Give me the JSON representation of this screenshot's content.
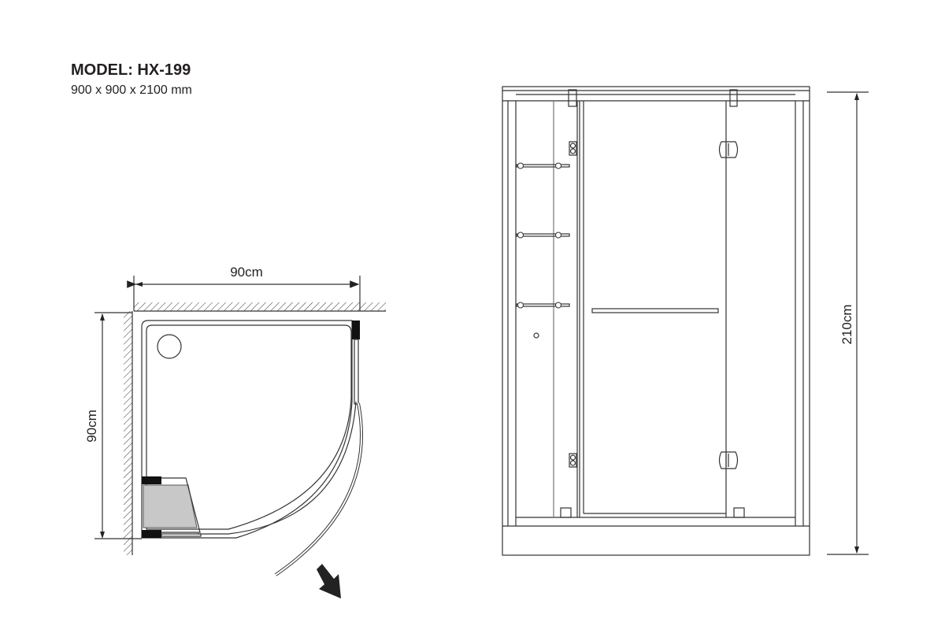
{
  "header": {
    "model": "MODEL: HX-199",
    "dimensions": "900 x 900 x 2100 mm"
  },
  "plan_view": {
    "width_label": "90cm",
    "depth_label": "90cm"
  },
  "front_view": {
    "height_label": "210cm"
  }
}
